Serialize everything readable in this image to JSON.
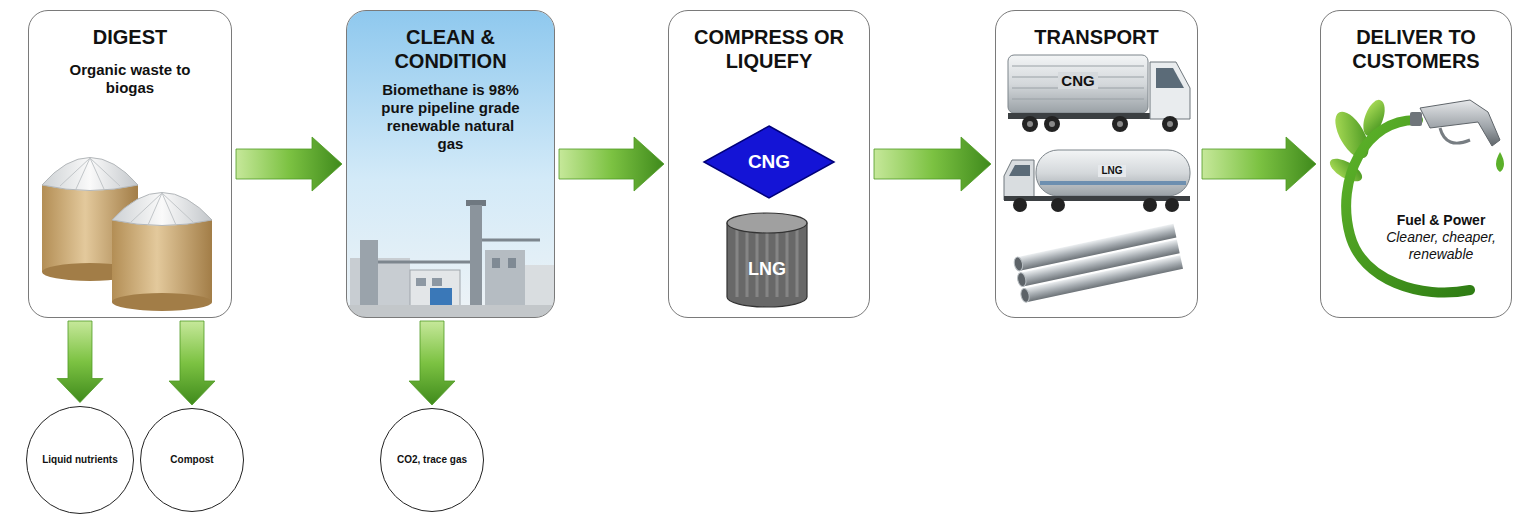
{
  "diagram": {
    "nodes": [
      {
        "text": [
          "DIGEST",
          "Organic waste to biogas"
        ]
      },
      {
        "text": [
          "CLEAN & CONDITION",
          "Biomethane is 98% pure pipeline grade renewable natural gas"
        ]
      },
      {
        "text": [
          "COMPRESS OR LIQUEFY"
        ]
      },
      {
        "text": [
          "CNG"
        ],
        "in": 2
      },
      {
        "text": [
          "LNG"
        ],
        "in": 2
      },
      {
        "text": [
          "TRANSPORT"
        ]
      },
      {
        "text": [
          "DELIVER TO CUSTOMERS",
          "Fuel & Power",
          "Cleaner, cheaper, renewable"
        ]
      },
      {
        "text": [
          "Liquid nutrients"
        ]
      },
      {
        "text": [
          "Compost"
        ]
      },
      {
        "text": [
          "CO2, trace gas"
        ]
      }
    ],
    "edges": [
      {
        "from": 0,
        "to": 1,
        "arrow": "to"
      },
      {
        "from": 1,
        "to": 2,
        "arrow": "to"
      },
      {
        "from": 2,
        "to": 5,
        "arrow": "to"
      },
      {
        "from": 5,
        "to": 6,
        "arrow": "to"
      },
      {
        "from": 0,
        "to": 7,
        "arrow": "to"
      },
      {
        "from": 0,
        "to": 8,
        "arrow": "to"
      },
      {
        "from": 1,
        "to": 9,
        "arrow": "to"
      }
    ],
    "labels": [
      "CNG",
      "LNG"
    ]
  }
}
